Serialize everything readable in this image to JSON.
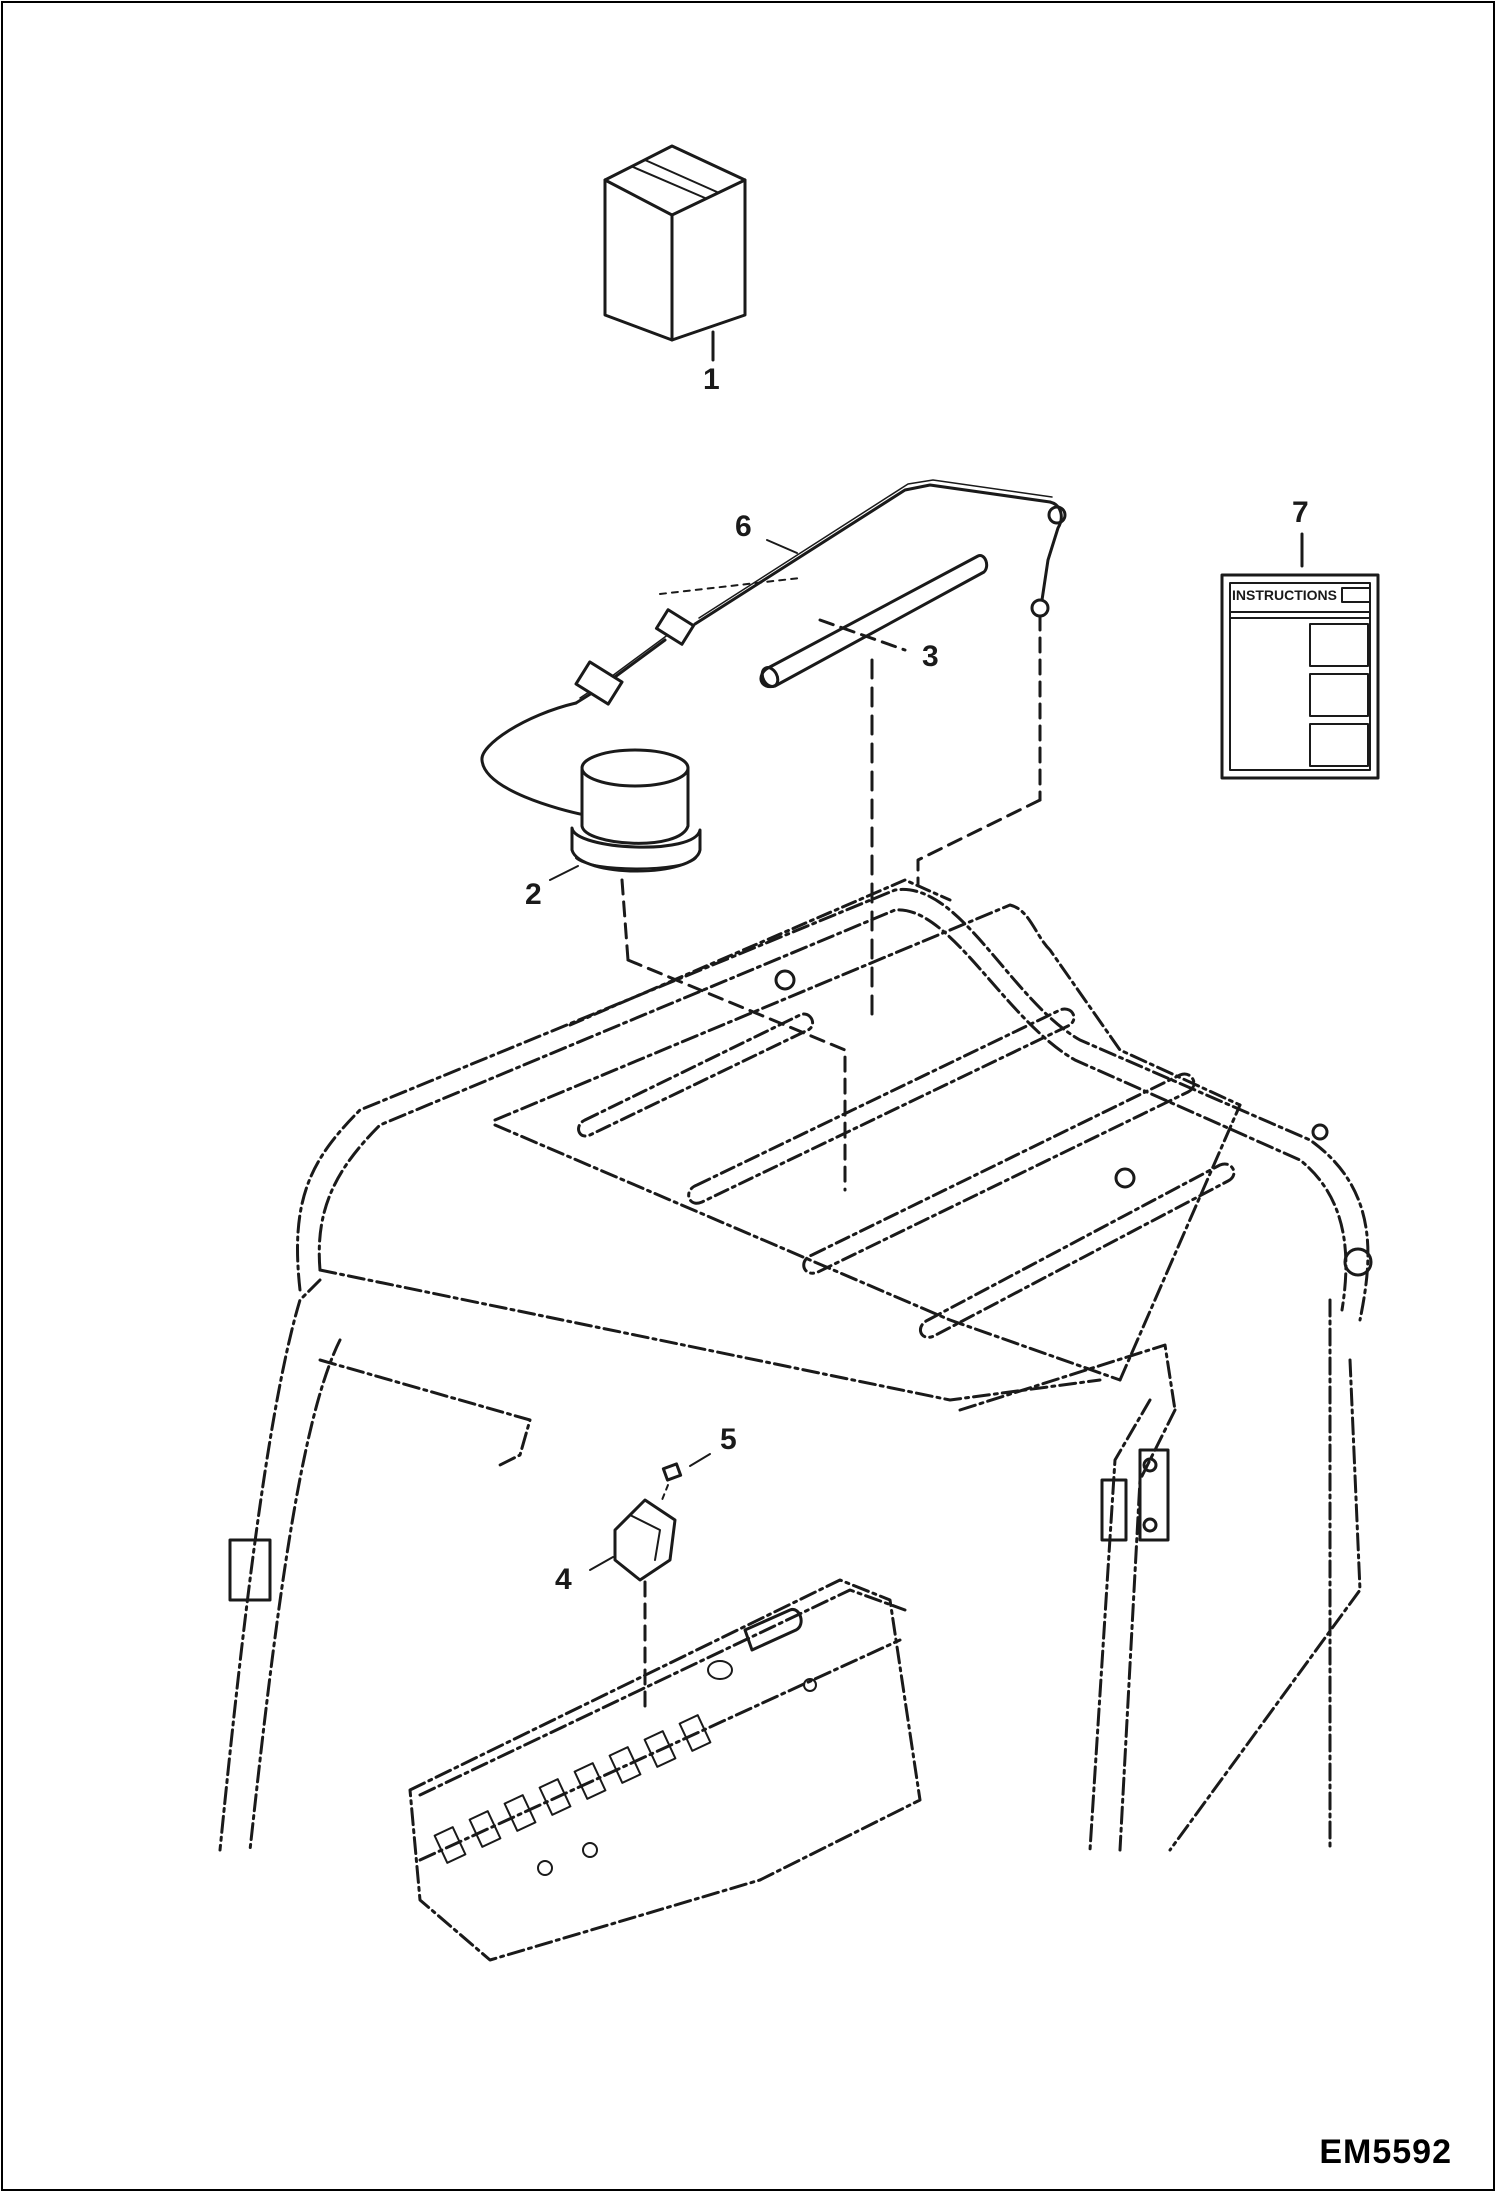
{
  "figure_id": "EM5592",
  "callouts": {
    "c1": "1",
    "c2": "2",
    "c3": "3",
    "c4": "4",
    "c5": "5",
    "c6": "6",
    "c7": "7"
  },
  "instructions_label": "INSTRUCTIONS",
  "colors": {
    "line": "#1a1a1a",
    "background": "#ffffff"
  }
}
